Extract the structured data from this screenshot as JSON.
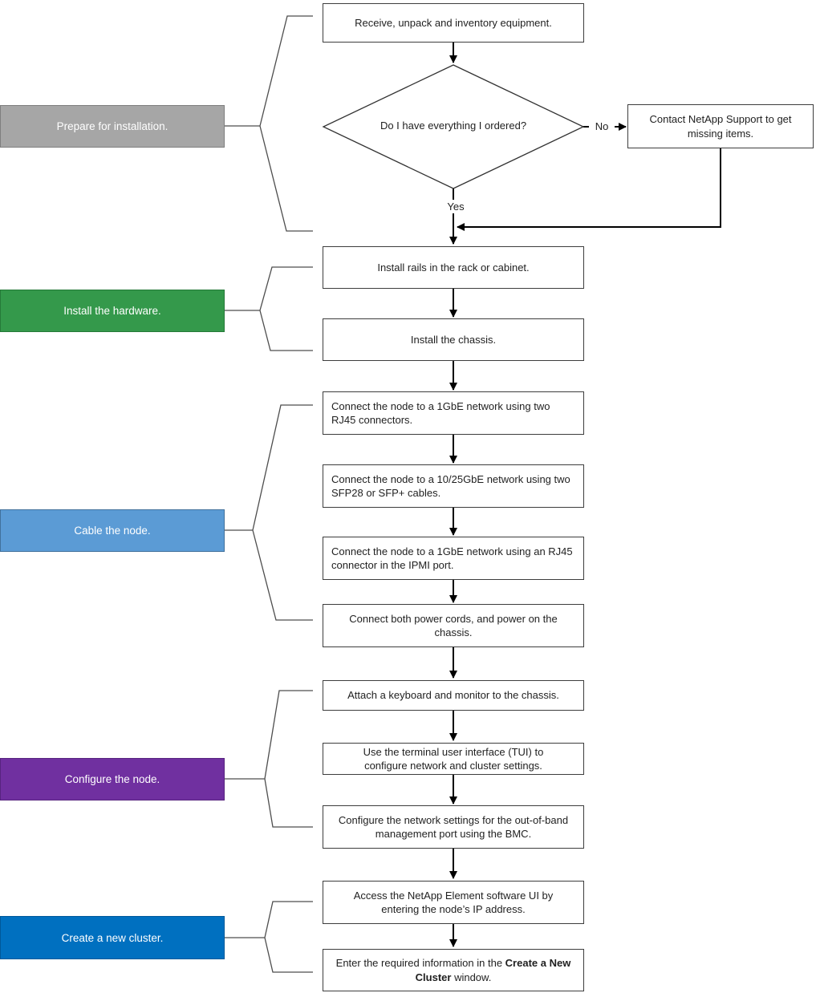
{
  "phases": [
    {
      "label": "Prepare for installation.",
      "color": "#A6A6A6",
      "border": "#7F7F7F"
    },
    {
      "label": "Install the hardware.",
      "color": "#34994B",
      "border": "#257A38"
    },
    {
      "label": "Cable the node.",
      "color": "#5B9BD5",
      "border": "#41719C"
    },
    {
      "label": "Configure the node.",
      "color": "#7030A0",
      "border": "#582480"
    },
    {
      "label": "Create a new cluster.",
      "color": "#0070C0",
      "border": "#00599A"
    }
  ],
  "steps": {
    "receive": "Receive, unpack and inventory equipment.",
    "decision": "Do I have everything I ordered?",
    "no_label": "No",
    "yes_label": "Yes",
    "contact_support": "Contact NetApp Support to get missing items.",
    "install_rails": "Install rails in the rack or cabinet.",
    "install_chassis": "Install the chassis.",
    "connect_1gbe": "Connect the node to a 1GbE network using two RJ45 connectors.",
    "connect_10_25gbe": "Connect the node to a 10/25GbE network using two SFP28 or SFP+ cables.",
    "connect_ipmi": "Connect the node to a 1GbE network using an RJ45 connector in the IPMI port.",
    "connect_power": "Connect both power cords, and power on the chassis.",
    "attach_keyboard": "Attach a keyboard and monitor to the chassis.",
    "use_tui": "Use the terminal user interface (TUI) to configure network and cluster settings.",
    "configure_bmc": "Configure the network settings for the out-of-band management port using the BMC.",
    "access_element_ui": "Access the NetApp Element software UI by entering the node’s IP address.",
    "enter_cluster_info": {
      "prefix": "Enter the required information in the ",
      "bold": "Create a New Cluster",
      "suffix": " window."
    }
  },
  "line_colors": {
    "arrow": "#000000",
    "bracket": "#4d4d4d",
    "box_border": "#3d3d3d"
  }
}
